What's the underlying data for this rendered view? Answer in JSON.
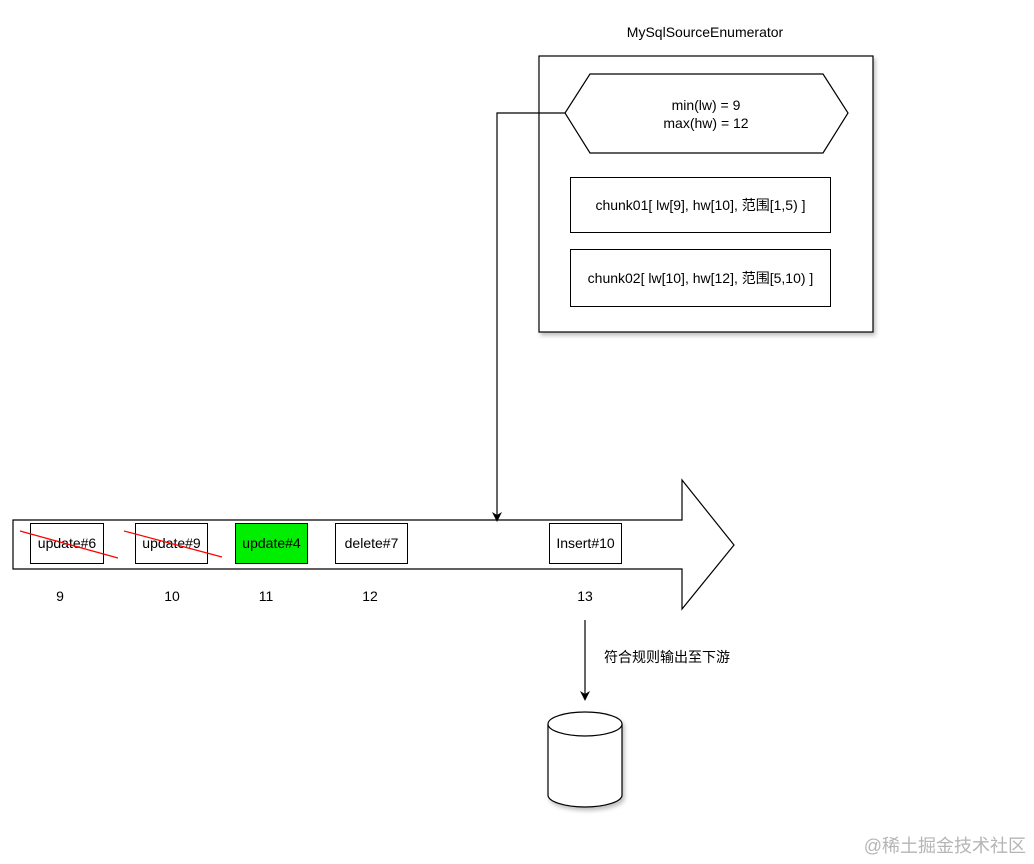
{
  "enumerator": {
    "title": "MySqlSourceEnumerator",
    "watermark_line1": "min(lw) = 9",
    "watermark_line2": "max(hw) = 12",
    "chunks": [
      "chunk01[ lw[9], hw[10], 范围[1,5) ]",
      "chunk02[ lw[10], hw[12], 范围[5,10) ]"
    ]
  },
  "stream": {
    "events": [
      {
        "label": "update#6",
        "struck": true,
        "highlight": false
      },
      {
        "label": "update#9",
        "struck": true,
        "highlight": false
      },
      {
        "label": "update#4",
        "struck": false,
        "highlight": true
      },
      {
        "label": "delete#7",
        "struck": false,
        "highlight": false
      },
      {
        "label": "Insert#10",
        "struck": false,
        "highlight": false
      }
    ],
    "offsets": [
      "9",
      "10",
      "11",
      "12",
      "13"
    ]
  },
  "output": {
    "label": "符合规则输出至下游"
  },
  "footer": {
    "watermark": "@稀土掘金技术社区"
  },
  "colors": {
    "highlight": "#00ee00",
    "strike": "#ff0000",
    "line": "#000000"
  }
}
